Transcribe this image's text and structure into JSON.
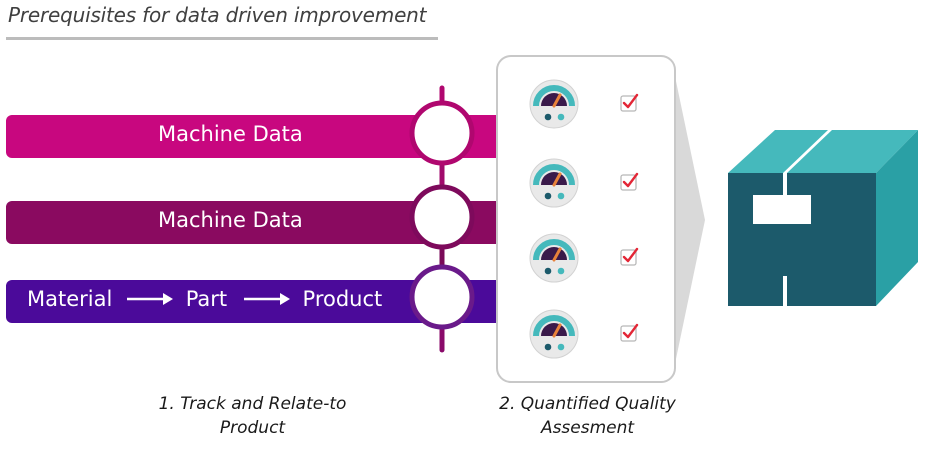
{
  "header": {
    "title": "Prerequisites for data driven improvement"
  },
  "bands": [
    {
      "label": "Machine Data",
      "color": "#c8077f",
      "ring_color": "#a8076d"
    },
    {
      "label": "Machine Data",
      "color": "#8a0a60",
      "ring_color": "#7a0a55"
    },
    {
      "material": "Material",
      "part": "Part",
      "product": "Product",
      "color": "#4b0a9a",
      "ring_color": "#6a1a8a"
    }
  ],
  "steps": {
    "step1_line1": "1. Track and Relate-to",
    "step1_line2": "Product",
    "step2_line1": "2. Quantified Quality",
    "step2_line2": "Assesment"
  },
  "quality_panel": {
    "gauge_count": 4,
    "icons": [
      "gauge-icon",
      "checkbox-icon"
    ]
  },
  "colors": {
    "magenta": "#c8077f",
    "plum": "#8a0a60",
    "purple": "#4b0a9a",
    "teal_dark": "#1c5a6b",
    "teal_light": "#45b9bc",
    "teal_side": "#2aa0a5",
    "check_red": "#e32636",
    "funnel_grey": "#d7d7d7"
  }
}
